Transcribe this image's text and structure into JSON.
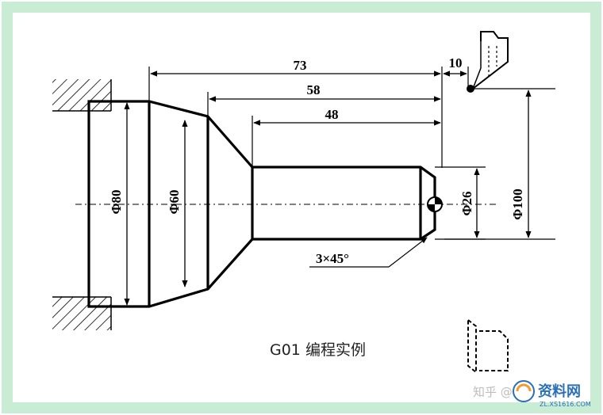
{
  "diagram": {
    "caption": "G01 编程实例",
    "dimensions": {
      "d73": "73",
      "d58": "58",
      "d48": "48",
      "d10": "10",
      "phi80": "Φ80",
      "phi60": "Φ60",
      "phi26": "Φ26",
      "phi100": "Φ100",
      "chamfer": "3×45°"
    }
  },
  "watermark": {
    "zhihu": "知乎 @",
    "site_name": "资料网",
    "site_url": "ZL.XS1616.COM"
  },
  "colors": {
    "frame_border": "#c8ecd4",
    "line": "#000000",
    "watermark_accent": "#2a6fb7",
    "watermark_orange": "#f29a2e"
  }
}
